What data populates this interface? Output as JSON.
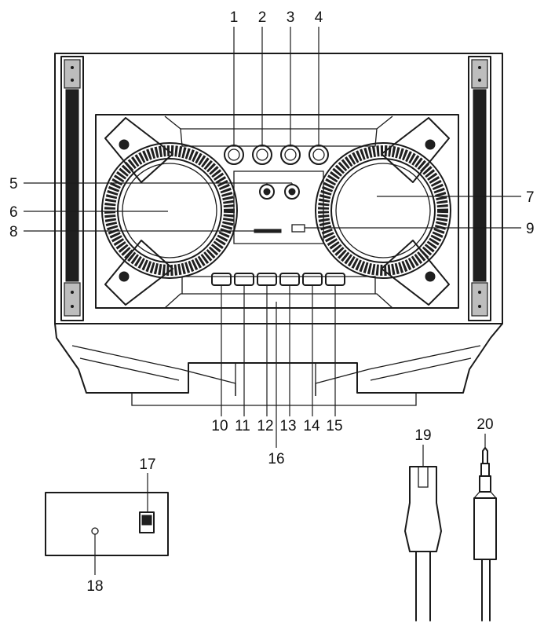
{
  "callouts": [
    "1",
    "2",
    "3",
    "4",
    "5",
    "6",
    "7",
    "8",
    "9",
    "10",
    "11",
    "12",
    "13",
    "14",
    "15",
    "16",
    "17",
    "18",
    "19",
    "20"
  ],
  "colors": {
    "line": "#1a1a1a",
    "background": "#ffffff",
    "grille": "#1f1f1f"
  }
}
